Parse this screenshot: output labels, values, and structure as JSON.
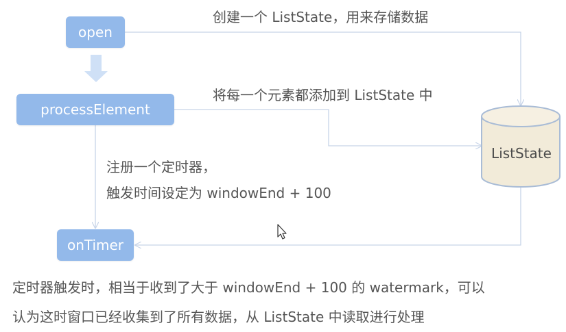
{
  "nodes": {
    "open": "open",
    "process_element": "processElement",
    "on_timer": "onTimer",
    "list_state": "ListState"
  },
  "labels": {
    "create": "创建一个 ListState，用来存储数据",
    "add": "将每一个元素都添加到 ListState 中",
    "register_line1": "注册一个定时器，",
    "register_line2": "触发时间设定为 windowEnd + 100"
  },
  "notes": {
    "line1": "定时器触发时，相当于收到了大于 windowEnd + 100 的 watermark，可以",
    "line2": "认为这时窗口已经收集到了所有数据，从 ListState 中读取进行处理"
  },
  "colors": {
    "node_fill": "#93b9ea",
    "db_fill": "#f2ebd9",
    "db_stroke": "#a9bcd6",
    "connector": "#c7d4e8",
    "arrow_fill": "#cfe0f6"
  }
}
